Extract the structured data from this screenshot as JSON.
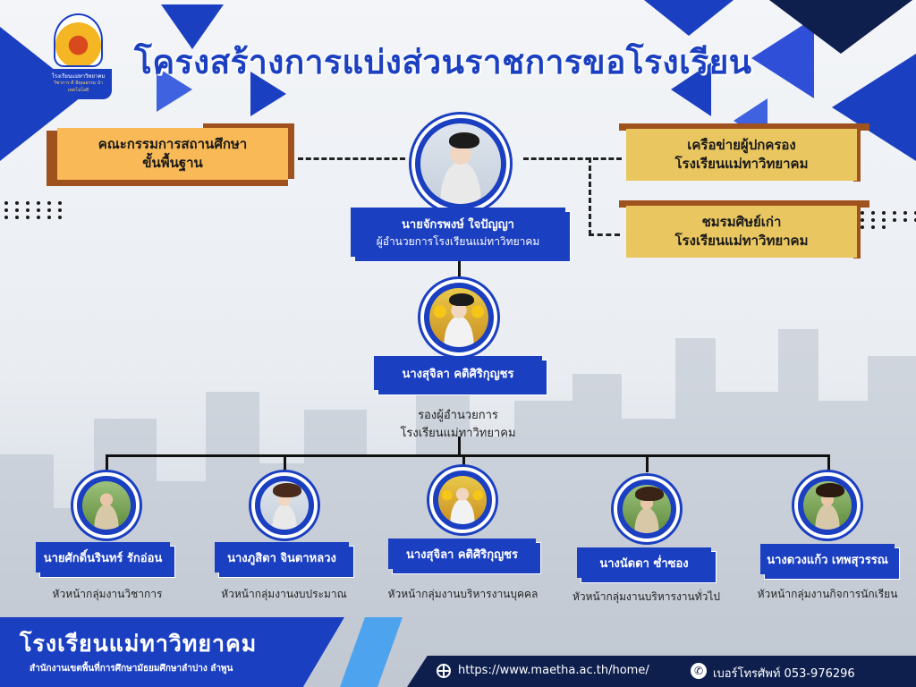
{
  "title": "โครงสร้างการแบ่งส่วนราชการขอโรงเรียน",
  "logo": {
    "line1": "โรงเรียนแม่ทาวิทยาคม",
    "line2": "วิชาการ ดี มีคุณธรรม นำเทคโนโลยี",
    "icon": "school-emblem-icon"
  },
  "left_box": {
    "line1": "คณะกรรมการสถานศึกษา",
    "line2": "ขั้นพื้นฐาน"
  },
  "right_boxes": [
    {
      "line1": "เครือข่ายผู้ปกครอง",
      "line2": "โรงเรียนแม่ทาวิทยาคม"
    },
    {
      "line1": "ชมรมศิษย์เก่า",
      "line2": "โรงเรียนแม่ทาวิทยาคม"
    }
  ],
  "director": {
    "name": "นายจักรพงษ์   ใจปัญญา",
    "role": "ผู้อำนวยการโรงเรียนแม่ทาวิทยาคม"
  },
  "deputy": {
    "name": "นางสุจิลา  คติศิริกุญชร",
    "role_line1": "รองผู้อำนวยการ",
    "role_line2": "โรงเรียนแม่ทาวิทยาคม"
  },
  "heads": [
    {
      "name": "นายศักดิ์นรินทร์  รักอ่อน",
      "role": "หัวหน้ากลุ่มงานวิชาการ"
    },
    {
      "name": "นางภูสิตา  จินตาหลวง",
      "role": "หัวหน้ากลุ่มงานงบประมาณ"
    },
    {
      "name": "นางสุจิลา  คติศิริกุญชร",
      "role": "หัวหน้ากลุ่มงานบริหารงานบุคคล"
    },
    {
      "name": "นางนัดดา  ซ่ำซอง",
      "role": "หัวหน้ากลุ่มงานบริหารงานทั่วไป"
    },
    {
      "name": "นางดวงแก้ว  เทพสุวรรณ",
      "role": "หัวหน้ากลุ่มงานกิจการนักเรียน"
    }
  ],
  "footer": {
    "school": "โรงเรียนแม่ทาวิทยาคม",
    "office": "สำนักงานเขตพื้นที่การศึกษามัธยมศึกษาลำปาง ลำพูน",
    "website": "https://www.maetha.ac.th/home/",
    "phone": "เบอร์โทรศัพท์  053-976296",
    "website_icon": "globe-icon",
    "phone_icon": "phone-icon"
  },
  "colors": {
    "primary": "#1b3fc1",
    "orange_box": "#f8b956",
    "gold_box": "#e9c65f",
    "box_shadow": "#a0521e",
    "footer_dark": "#0e1f4e"
  }
}
